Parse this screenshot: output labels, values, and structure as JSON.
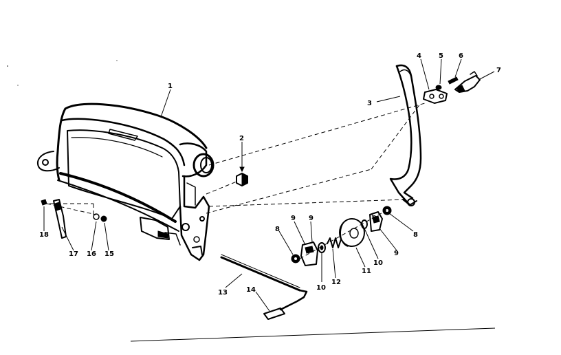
{
  "diagram": {
    "callouts": [
      {
        "id": "1",
        "label": "1"
      },
      {
        "id": "2",
        "label": "2"
      },
      {
        "id": "3",
        "label": "3"
      },
      {
        "id": "4",
        "label": "4"
      },
      {
        "id": "5",
        "label": "5"
      },
      {
        "id": "6",
        "label": "6"
      },
      {
        "id": "7",
        "label": "7"
      },
      {
        "id": "8a",
        "label": "8"
      },
      {
        "id": "8b",
        "label": "8"
      },
      {
        "id": "9a",
        "label": "9"
      },
      {
        "id": "9b",
        "label": "9"
      },
      {
        "id": "9c",
        "label": "9"
      },
      {
        "id": "9d",
        "label": "9"
      },
      {
        "id": "10a",
        "label": "10"
      },
      {
        "id": "10b",
        "label": "10"
      },
      {
        "id": "11",
        "label": "11"
      },
      {
        "id": "12",
        "label": "12"
      },
      {
        "id": "13",
        "label": "13"
      },
      {
        "id": "14",
        "label": "14"
      },
      {
        "id": "15",
        "label": "15"
      },
      {
        "id": "16",
        "label": "16"
      },
      {
        "id": "17",
        "label": "17"
      },
      {
        "id": "18",
        "label": "18"
      }
    ],
    "colors": {
      "ink": "#000000",
      "paper": "#ffffff"
    }
  }
}
